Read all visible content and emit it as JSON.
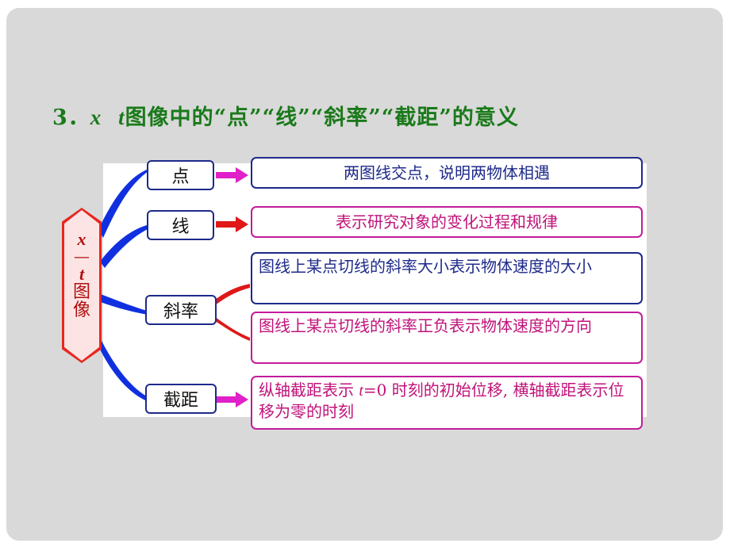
{
  "title": {
    "prefix": "3．",
    "var_x": "x",
    "var_t": "t",
    "rest": "图像中的“点”“线”“斜率”“截距”的意义"
  },
  "root": {
    "var_x": "x",
    "dash": "—",
    "var_t": "t",
    "char1": "图",
    "char2": "像"
  },
  "nodes": {
    "point": "点",
    "line": "线",
    "slope": "斜率",
    "intercept": "截距"
  },
  "meanings": {
    "point": "两图线交点，说明两物体相遇",
    "line": "表示研究对象的变化过程和规律",
    "slope_magnitude": "图线上某点切线的斜率大小表示物体速度的大小",
    "slope_sign": "图线上某点切线的斜率正负表示物体速度的方向",
    "intercept_pre": "纵轴截距表示 ",
    "intercept_var": "t",
    "intercept_post": "=0 时刻的初始位移, 横轴截距表示位移为零的时刻"
  },
  "colors": {
    "title": "#1a7a1a",
    "branch": "#1030e0",
    "hex_border": "#e8271e",
    "hex_fill": "#fde4e4",
    "arrow_magenta": "#e020c8",
    "arrow_red": "#e01818",
    "box_blue": "#1e2a8a",
    "box_magenta": "#c21c9a",
    "slide_bg": "#d9d9d9"
  }
}
